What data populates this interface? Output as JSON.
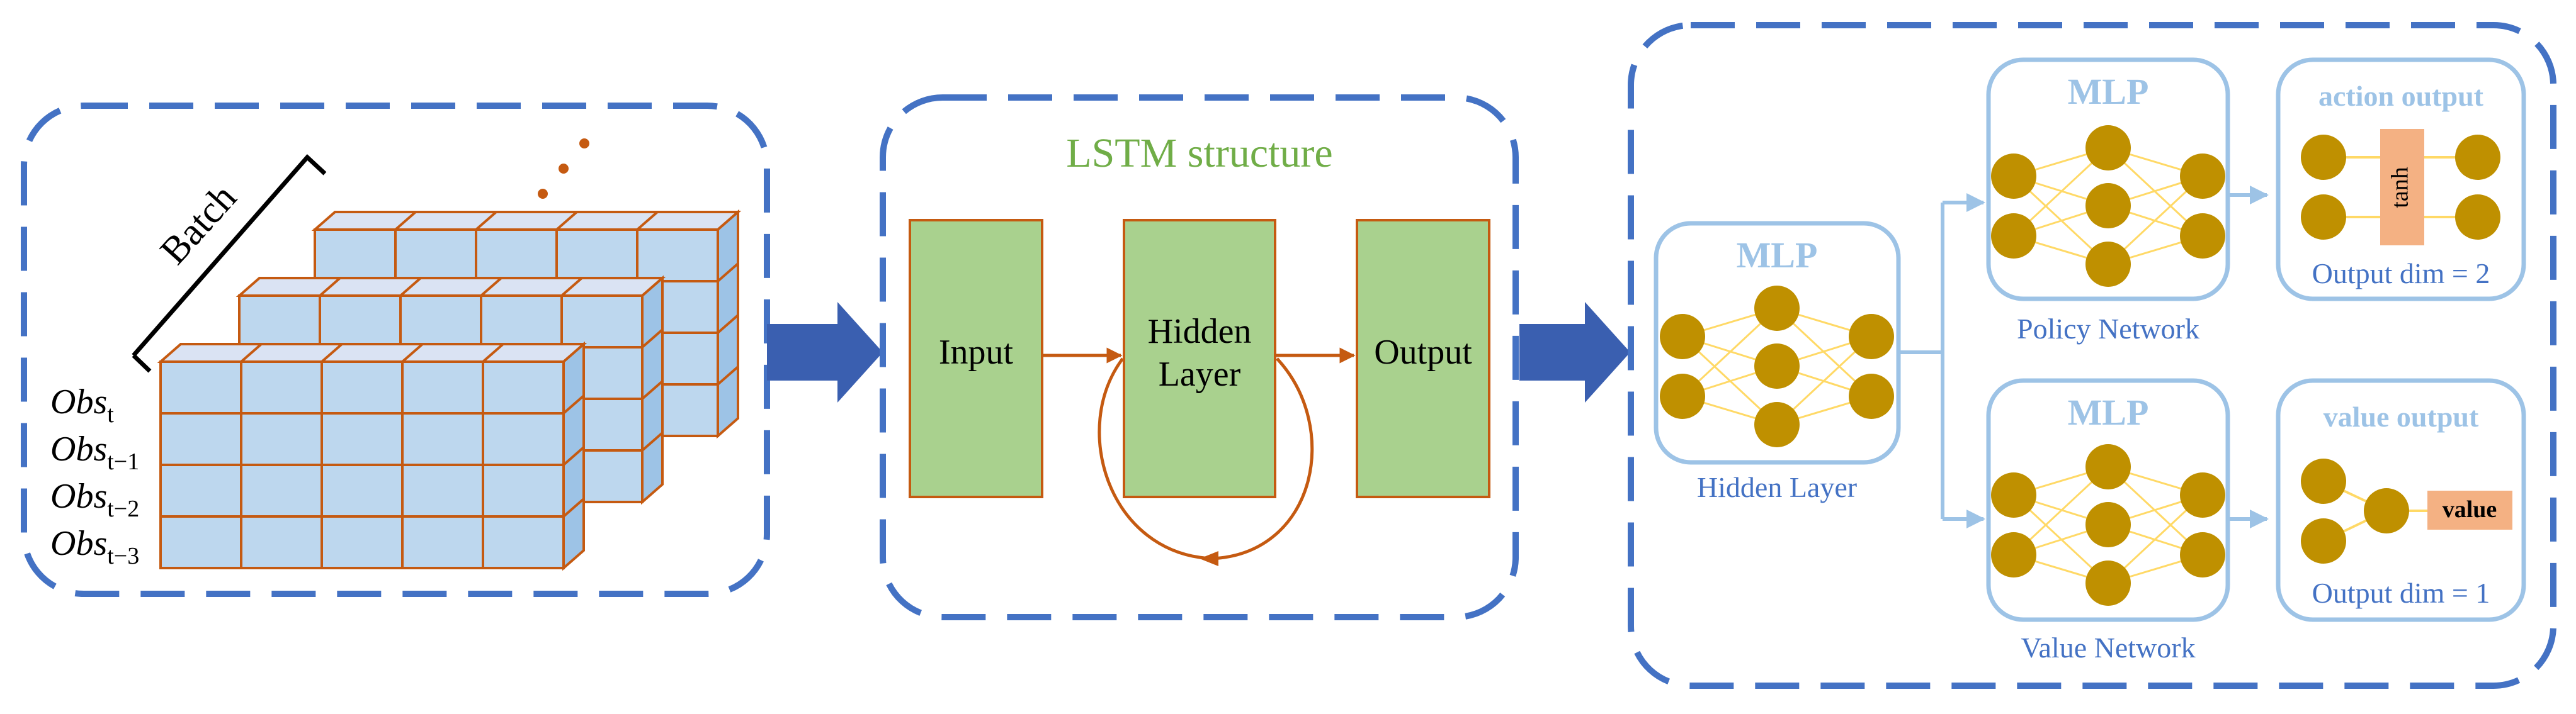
{
  "batch_panel": {
    "batch_label": "Batch",
    "continuation": "...",
    "obs_rows": [
      {
        "main": "Obs",
        "sub": "t"
      },
      {
        "main": "Obs",
        "sub": "t−1"
      },
      {
        "main": "Obs",
        "sub": "t−2"
      },
      {
        "main": "Obs",
        "sub": "t−3"
      }
    ]
  },
  "lstm_panel": {
    "title": "LSTM structure",
    "input_label": "Input",
    "hidden_label_line1": "Hidden",
    "hidden_label_line2": "Layer",
    "output_label": "Output"
  },
  "network_panel": {
    "hidden_mlp": {
      "title": "MLP",
      "caption": "Hidden Layer"
    },
    "policy_mlp": {
      "title": "MLP",
      "caption": "Policy Network"
    },
    "value_mlp": {
      "title": "MLP",
      "caption": "Value Network"
    },
    "action_output": {
      "title": "action output",
      "activation": "tanh",
      "dim_label": "Output dim = 2"
    },
    "value_output": {
      "title": "value output",
      "value_label": "value",
      "dim_label": "Output dim = 1"
    }
  },
  "colors": {
    "dashed_border": "#4472c4",
    "arrow_fill": "#3a5fb0",
    "cube_face": "#bdd7ee",
    "cube_top": "#dae3f3",
    "cube_side": "#9dc3e6",
    "cube_edge": "#c55a11",
    "green_box": "#a9d18e",
    "lstm_title": "#70ad47",
    "neuron": "#bf9000",
    "neuron_link": "#ffd966",
    "mlp_border": "#9dc3e6",
    "mlp_title": "#9dc3e6",
    "tanh_box": "#f4b183"
  }
}
